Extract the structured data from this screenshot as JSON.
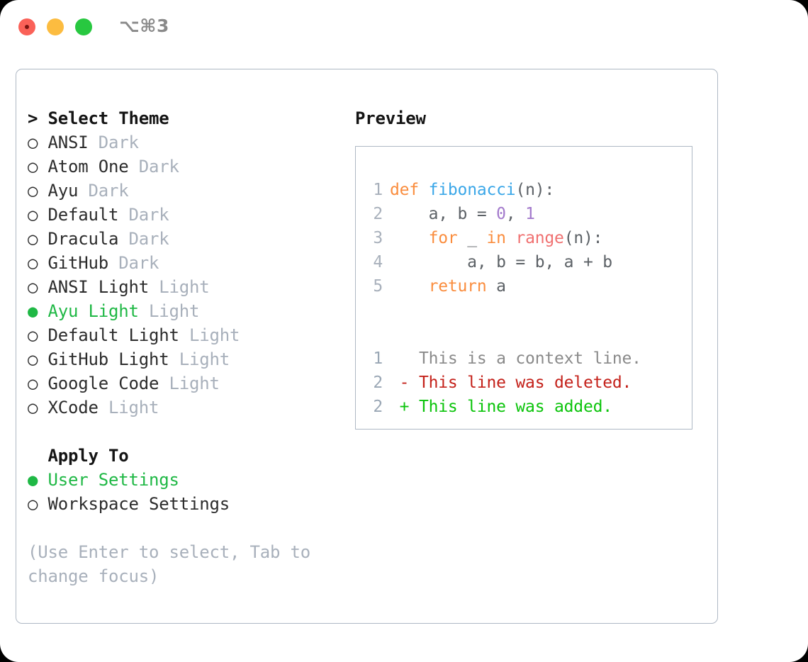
{
  "window": {
    "shortcut": "⌥⌘3",
    "traffic_lights": [
      {
        "name": "close",
        "color": "#fa6158"
      },
      {
        "name": "minimize",
        "color": "#fcbc40"
      },
      {
        "name": "maximize",
        "color": "#28c840"
      }
    ]
  },
  "theme_picker": {
    "title": "> Select Theme",
    "options": [
      {
        "marker": "○",
        "label": "ANSI",
        "variant": "Dark",
        "selected": false
      },
      {
        "marker": "○",
        "label": "Atom One",
        "variant": "Dark",
        "selected": false
      },
      {
        "marker": "○",
        "label": "Ayu",
        "variant": "Dark",
        "selected": false
      },
      {
        "marker": "○",
        "label": "Default",
        "variant": "Dark",
        "selected": false
      },
      {
        "marker": "○",
        "label": "Dracula",
        "variant": "Dark",
        "selected": false
      },
      {
        "marker": "○",
        "label": "GitHub",
        "variant": "Dark",
        "selected": false
      },
      {
        "marker": "○",
        "label": "ANSI Light",
        "variant": "Light",
        "selected": false
      },
      {
        "marker": "●",
        "label": "Ayu Light",
        "variant": "Light",
        "selected": true
      },
      {
        "marker": "○",
        "label": "Default Light",
        "variant": "Light",
        "selected": false
      },
      {
        "marker": "○",
        "label": "GitHub Light",
        "variant": "Light",
        "selected": false
      },
      {
        "marker": "○",
        "label": "Google Code",
        "variant": "Light",
        "selected": false
      },
      {
        "marker": "○",
        "label": "XCode",
        "variant": "Light",
        "selected": false
      }
    ]
  },
  "apply_to": {
    "title": "  Apply To",
    "options": [
      {
        "marker": "●",
        "label": "User Settings",
        "selected": true
      },
      {
        "marker": "○",
        "label": "Workspace Settings",
        "selected": false
      }
    ]
  },
  "hint": "(Use Enter to select, Tab to change focus)",
  "preview": {
    "title": "Preview",
    "code": [
      {
        "lno": "1",
        "tokens": [
          {
            "t": "def",
            "c": "kw"
          },
          {
            "t": " ",
            "c": "plain"
          },
          {
            "t": "fibonacci",
            "c": "fn"
          },
          {
            "t": "(n):",
            "c": "plain"
          }
        ]
      },
      {
        "lno": "2",
        "tokens": [
          {
            "t": "    a, b = ",
            "c": "plain"
          },
          {
            "t": "0",
            "c": "num"
          },
          {
            "t": ", ",
            "c": "plain"
          },
          {
            "t": "1",
            "c": "num"
          }
        ]
      },
      {
        "lno": "3",
        "tokens": [
          {
            "t": "    ",
            "c": "plain"
          },
          {
            "t": "for",
            "c": "kw"
          },
          {
            "t": " _ ",
            "c": "plain"
          },
          {
            "t": "in",
            "c": "kw"
          },
          {
            "t": " ",
            "c": "plain"
          },
          {
            "t": "range",
            "c": "call"
          },
          {
            "t": "(n):",
            "c": "plain"
          }
        ]
      },
      {
        "lno": "4",
        "tokens": [
          {
            "t": "        a, b = b, a + b",
            "c": "plain"
          }
        ]
      },
      {
        "lno": "5",
        "tokens": [
          {
            "t": "    ",
            "c": "plain"
          },
          {
            "t": "return",
            "c": "kw"
          },
          {
            "t": " a",
            "c": "plain"
          }
        ]
      }
    ],
    "diff": [
      {
        "lno": "1",
        "sign": " ",
        "text": "This is a context line.",
        "kind": "ctx"
      },
      {
        "lno": "2",
        "sign": "-",
        "text": "This line was deleted.",
        "kind": "del"
      },
      {
        "lno": "2",
        "sign": "+",
        "text": "This line was added.",
        "kind": "add"
      }
    ]
  },
  "colors": {
    "accent_green": "#1fb845",
    "muted": "#a8b0bb",
    "border": "#aeb8c4",
    "kw": "#fa8d3e",
    "fn": "#3ba7e8",
    "num": "#a37acc",
    "call": "#f07171",
    "diff_add": "#0bc40b",
    "diff_del": "#c4211a"
  }
}
